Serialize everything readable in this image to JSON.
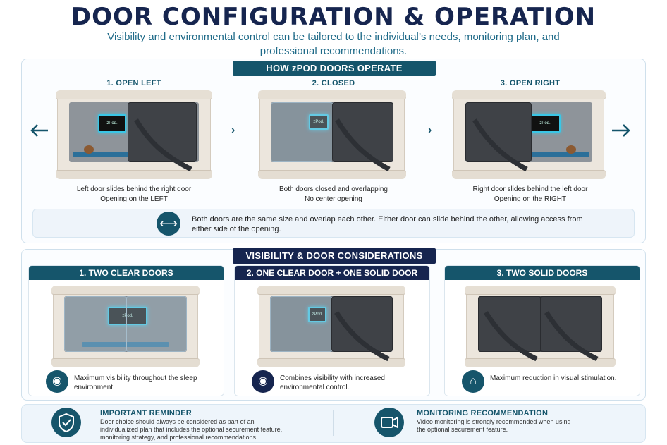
{
  "header": {
    "title": "DOOR CONFIGURATION & OPERATION",
    "subtitle": "Visibility and environmental control can be tailored to the individual’s needs, monitoring plan, and professional recommendations."
  },
  "operation": {
    "banner": "HOW zPOD DOORS OPERATE",
    "steps": [
      {
        "head": "1. OPEN LEFT",
        "line1": "Left door slides behind the right door",
        "line2": "Opening on the LEFT"
      },
      {
        "head": "2. CLOSED",
        "line1": "Both doors closed and overlapping",
        "line2": "No center opening"
      },
      {
        "head": "3. OPEN RIGHT",
        "line1": "Right door slides behind the left door",
        "line2": "Opening on the RIGHT"
      }
    ],
    "info": "Both doors are the same size and overlap each other. Either door can slide behind the other, allowing access from either side of the opening."
  },
  "visibility": {
    "banner": "VISIBILITY & DOOR CONSIDERATIONS",
    "cards": [
      {
        "head": "1. TWO CLEAR DOORS",
        "desc": "Maximum visibility throughout the sleep environment.",
        "icon": "eye-icon"
      },
      {
        "head": "2. ONE CLEAR DOOR + ONE SOLID DOOR",
        "desc": "Combines visibility with increased environmental control.",
        "icon": "eye-shield-icon"
      },
      {
        "head": "3. TWO SOLID DOORS",
        "desc": "Maximum reduction in visual stimulation.",
        "icon": "house-icon"
      }
    ]
  },
  "footer": {
    "reminder_title": "IMPORTANT REMINDER",
    "reminder_text": "Door choice should always be considered as part of an individualized plan that includes the optional securement feature, monitoring strategy, and professional recommendations.",
    "monitoring_title": "MONITORING RECOMMENDATION",
    "monitoring_text": "Video monitoring is strongly recommended when using the optional securement feature."
  },
  "screen_label": "zPod.",
  "colors": {
    "navy": "#16254f",
    "teal": "#15556b",
    "screen_glow": "#39c6e6"
  }
}
